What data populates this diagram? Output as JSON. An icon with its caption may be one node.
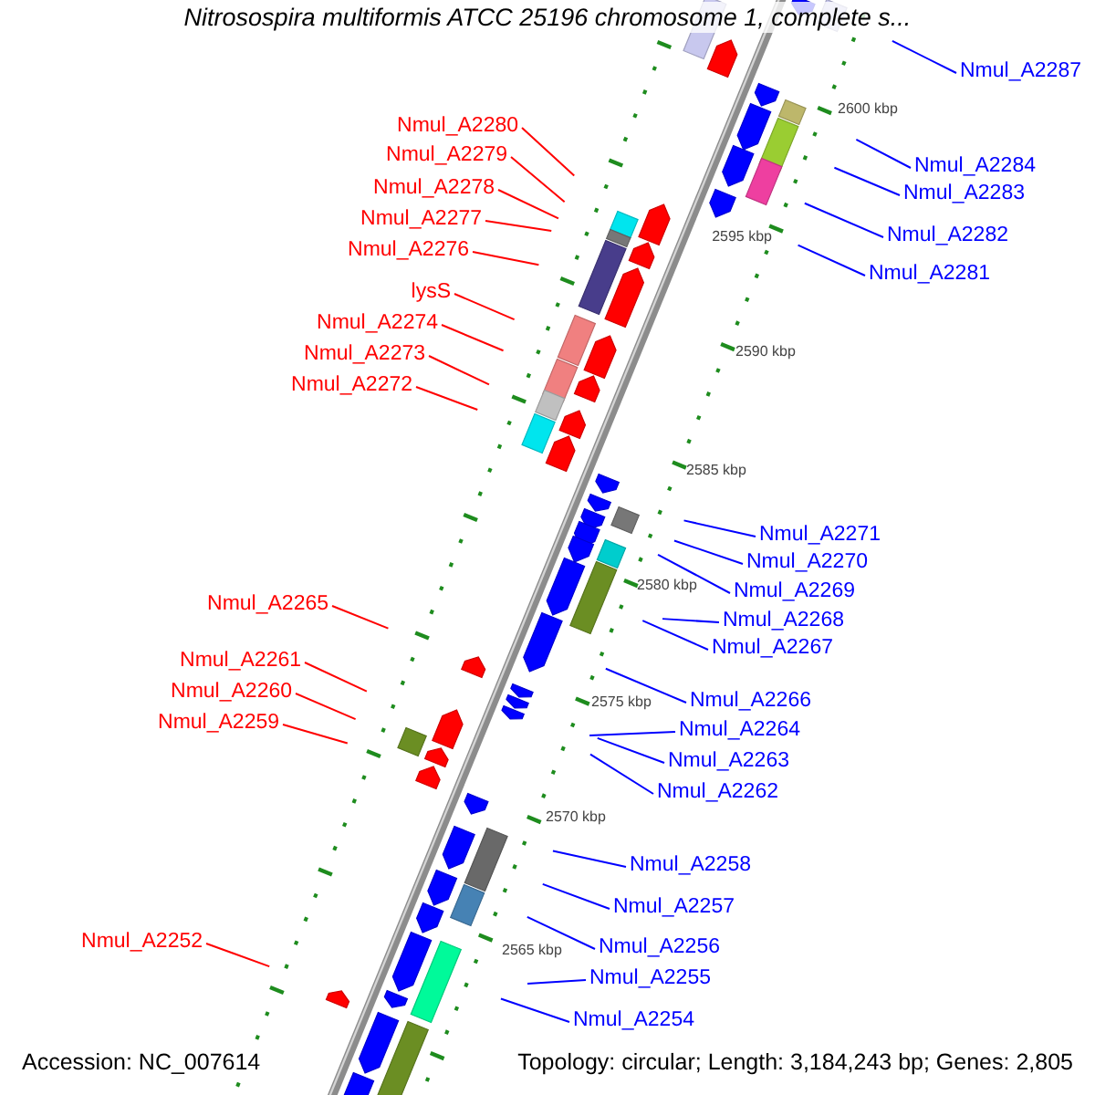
{
  "diagram": {
    "title": "Nitrosospira multiformis ATCC 25196 chromosome 1, complete s...",
    "nodes": [
      {
        "text": [
          "Nmul_A2287"
        ]
      },
      {
        "text": [
          "Nmul_A2280"
        ]
      },
      {
        "text": [
          "Nmul_A2279"
        ]
      },
      {
        "text": [
          "Nmul_A2284"
        ]
      },
      {
        "text": [
          "Nmul_A2278"
        ]
      },
      {
        "text": [
          "Nmul_A2283"
        ]
      },
      {
        "text": [
          "Nmul_A2277"
        ]
      },
      {
        "text": [
          "Nmul_A2282"
        ]
      },
      {
        "text": [
          "Nmul_A2276"
        ]
      },
      {
        "text": [
          "Nmul_A2281"
        ]
      },
      {
        "text": [
          "lysS"
        ]
      },
      {
        "text": [
          "Nmul_A2274"
        ]
      },
      {
        "text": [
          "Nmul_A2273"
        ]
      },
      {
        "text": [
          "Nmul_A2272"
        ]
      },
      {
        "text": [
          "Nmul_A2271"
        ]
      },
      {
        "text": [
          "Nmul_A2270"
        ]
      },
      {
        "text": [
          "Nmul_A2269"
        ]
      },
      {
        "text": [
          "Nmul_A2265"
        ]
      },
      {
        "text": [
          "Nmul_A2268"
        ]
      },
      {
        "text": [
          "Nmul_A2267"
        ]
      },
      {
        "text": [
          "Nmul_A2261"
        ]
      },
      {
        "text": [
          "Nmul_A2260"
        ]
      },
      {
        "text": [
          "Nmul_A2266"
        ]
      },
      {
        "text": [
          "Nmul_A2259"
        ]
      },
      {
        "text": [
          "Nmul_A2264"
        ]
      },
      {
        "text": [
          "Nmul_A2263"
        ]
      },
      {
        "text": [
          "Nmul_A2262"
        ]
      },
      {
        "text": [
          "Nmul_A2258"
        ]
      },
      {
        "text": [
          "Nmul_A2257"
        ]
      },
      {
        "text": [
          "Nmul_A2252"
        ]
      },
      {
        "text": [
          "Nmul_A2256"
        ]
      },
      {
        "text": [
          "Nmul_A2255"
        ]
      },
      {
        "text": [
          "Nmul_A2254"
        ]
      }
    ],
    "edges": [
      {
        "from": 0,
        "to": null,
        "arrow": "none"
      },
      {
        "from": 1,
        "to": null,
        "arrow": "none",
        "color": "#ff0000"
      },
      {
        "from": 2,
        "to": null,
        "arrow": "none",
        "color": "#ff0000"
      },
      {
        "from": 3,
        "to": null,
        "arrow": "none"
      },
      {
        "from": 4,
        "to": null,
        "arrow": "none",
        "color": "#ff0000"
      },
      {
        "from": 5,
        "to": null,
        "arrow": "none"
      },
      {
        "from": 6,
        "to": null,
        "arrow": "none",
        "color": "#ff0000"
      },
      {
        "from": 7,
        "to": null,
        "arrow": "none"
      },
      {
        "from": 8,
        "to": null,
        "arrow": "none",
        "color": "#ff0000"
      },
      {
        "from": 9,
        "to": null,
        "arrow": "none"
      },
      {
        "from": 10,
        "to": null,
        "arrow": "none",
        "color": "#ff0000"
      },
      {
        "from": 11,
        "to": null,
        "arrow": "none",
        "color": "#ff0000"
      },
      {
        "from": 12,
        "to": null,
        "arrow": "none",
        "color": "#ff0000"
      },
      {
        "from": 13,
        "to": null,
        "arrow": "none",
        "color": "#ff0000"
      },
      {
        "from": 14,
        "to": null,
        "arrow": "none"
      },
      {
        "from": 15,
        "to": null,
        "arrow": "none"
      },
      {
        "from": 16,
        "to": null,
        "arrow": "none"
      },
      {
        "from": 17,
        "to": null,
        "arrow": "none",
        "color": "#ff0000"
      },
      {
        "from": 18,
        "to": null,
        "arrow": "none"
      },
      {
        "from": 19,
        "to": null,
        "arrow": "none"
      },
      {
        "from": 20,
        "to": null,
        "arrow": "none",
        "color": "#ff0000"
      },
      {
        "from": 21,
        "to": null,
        "arrow": "none",
        "color": "#ff0000"
      },
      {
        "from": 22,
        "to": null,
        "arrow": "none"
      },
      {
        "from": 23,
        "to": null,
        "arrow": "none",
        "color": "#ff0000"
      },
      {
        "from": 24,
        "to": null,
        "arrow": "none"
      },
      {
        "from": 25,
        "to": null,
        "arrow": "none"
      },
      {
        "from": 26,
        "to": null,
        "arrow": "none"
      },
      {
        "from": 27,
        "to": null,
        "arrow": "none"
      },
      {
        "from": 28,
        "to": null,
        "arrow": "none"
      },
      {
        "from": 29,
        "to": null,
        "arrow": "none",
        "color": "#ff0000"
      },
      {
        "from": 30,
        "to": null,
        "arrow": "none"
      },
      {
        "from": 31,
        "to": null,
        "arrow": "none"
      },
      {
        "from": 32,
        "to": null,
        "arrow": "none"
      }
    ],
    "labels": [
      "2600 kbp",
      "2595 kbp",
      "2590 kbp",
      "2585 kbp",
      "2580 kbp",
      "2575 kbp",
      "2570 kbp",
      "2565 kbp",
      "Accession: NC_007614",
      "Topology: circular; Length: 3,184,243 bp; Genes: 2,805"
    ]
  }
}
